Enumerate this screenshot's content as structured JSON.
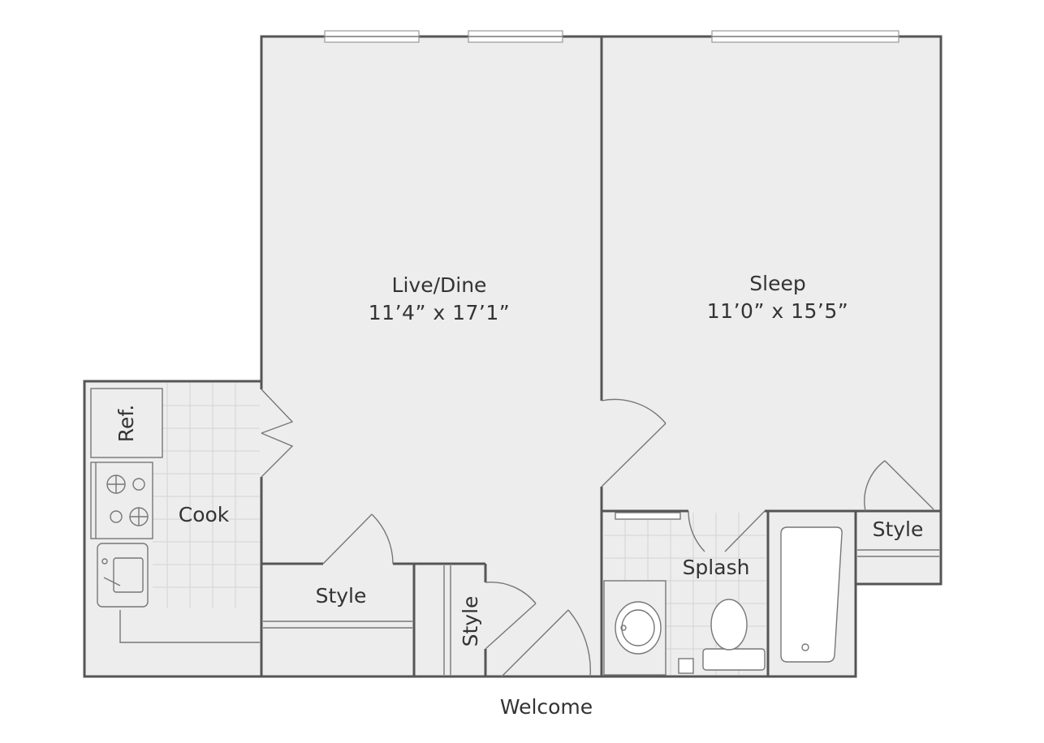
{
  "rooms": {
    "live_dine": {
      "name": "Live/Dine",
      "dims": "11’4” x 17’1”"
    },
    "sleep": {
      "name": "Sleep",
      "dims": "11’0” x 15’5”"
    },
    "cook": {
      "name": "Cook"
    },
    "splash": {
      "name": "Splash"
    },
    "style_left": {
      "name": "Style"
    },
    "style_vertical": {
      "name": "Style"
    },
    "style_right": {
      "name": "Style"
    }
  },
  "fixtures": {
    "refrigerator": "Ref."
  },
  "entry": {
    "label": "Welcome"
  },
  "colors": {
    "floor": "#ededed",
    "wall": "#555555",
    "tile_grid": "#d4d4d4",
    "text": "#333333"
  }
}
